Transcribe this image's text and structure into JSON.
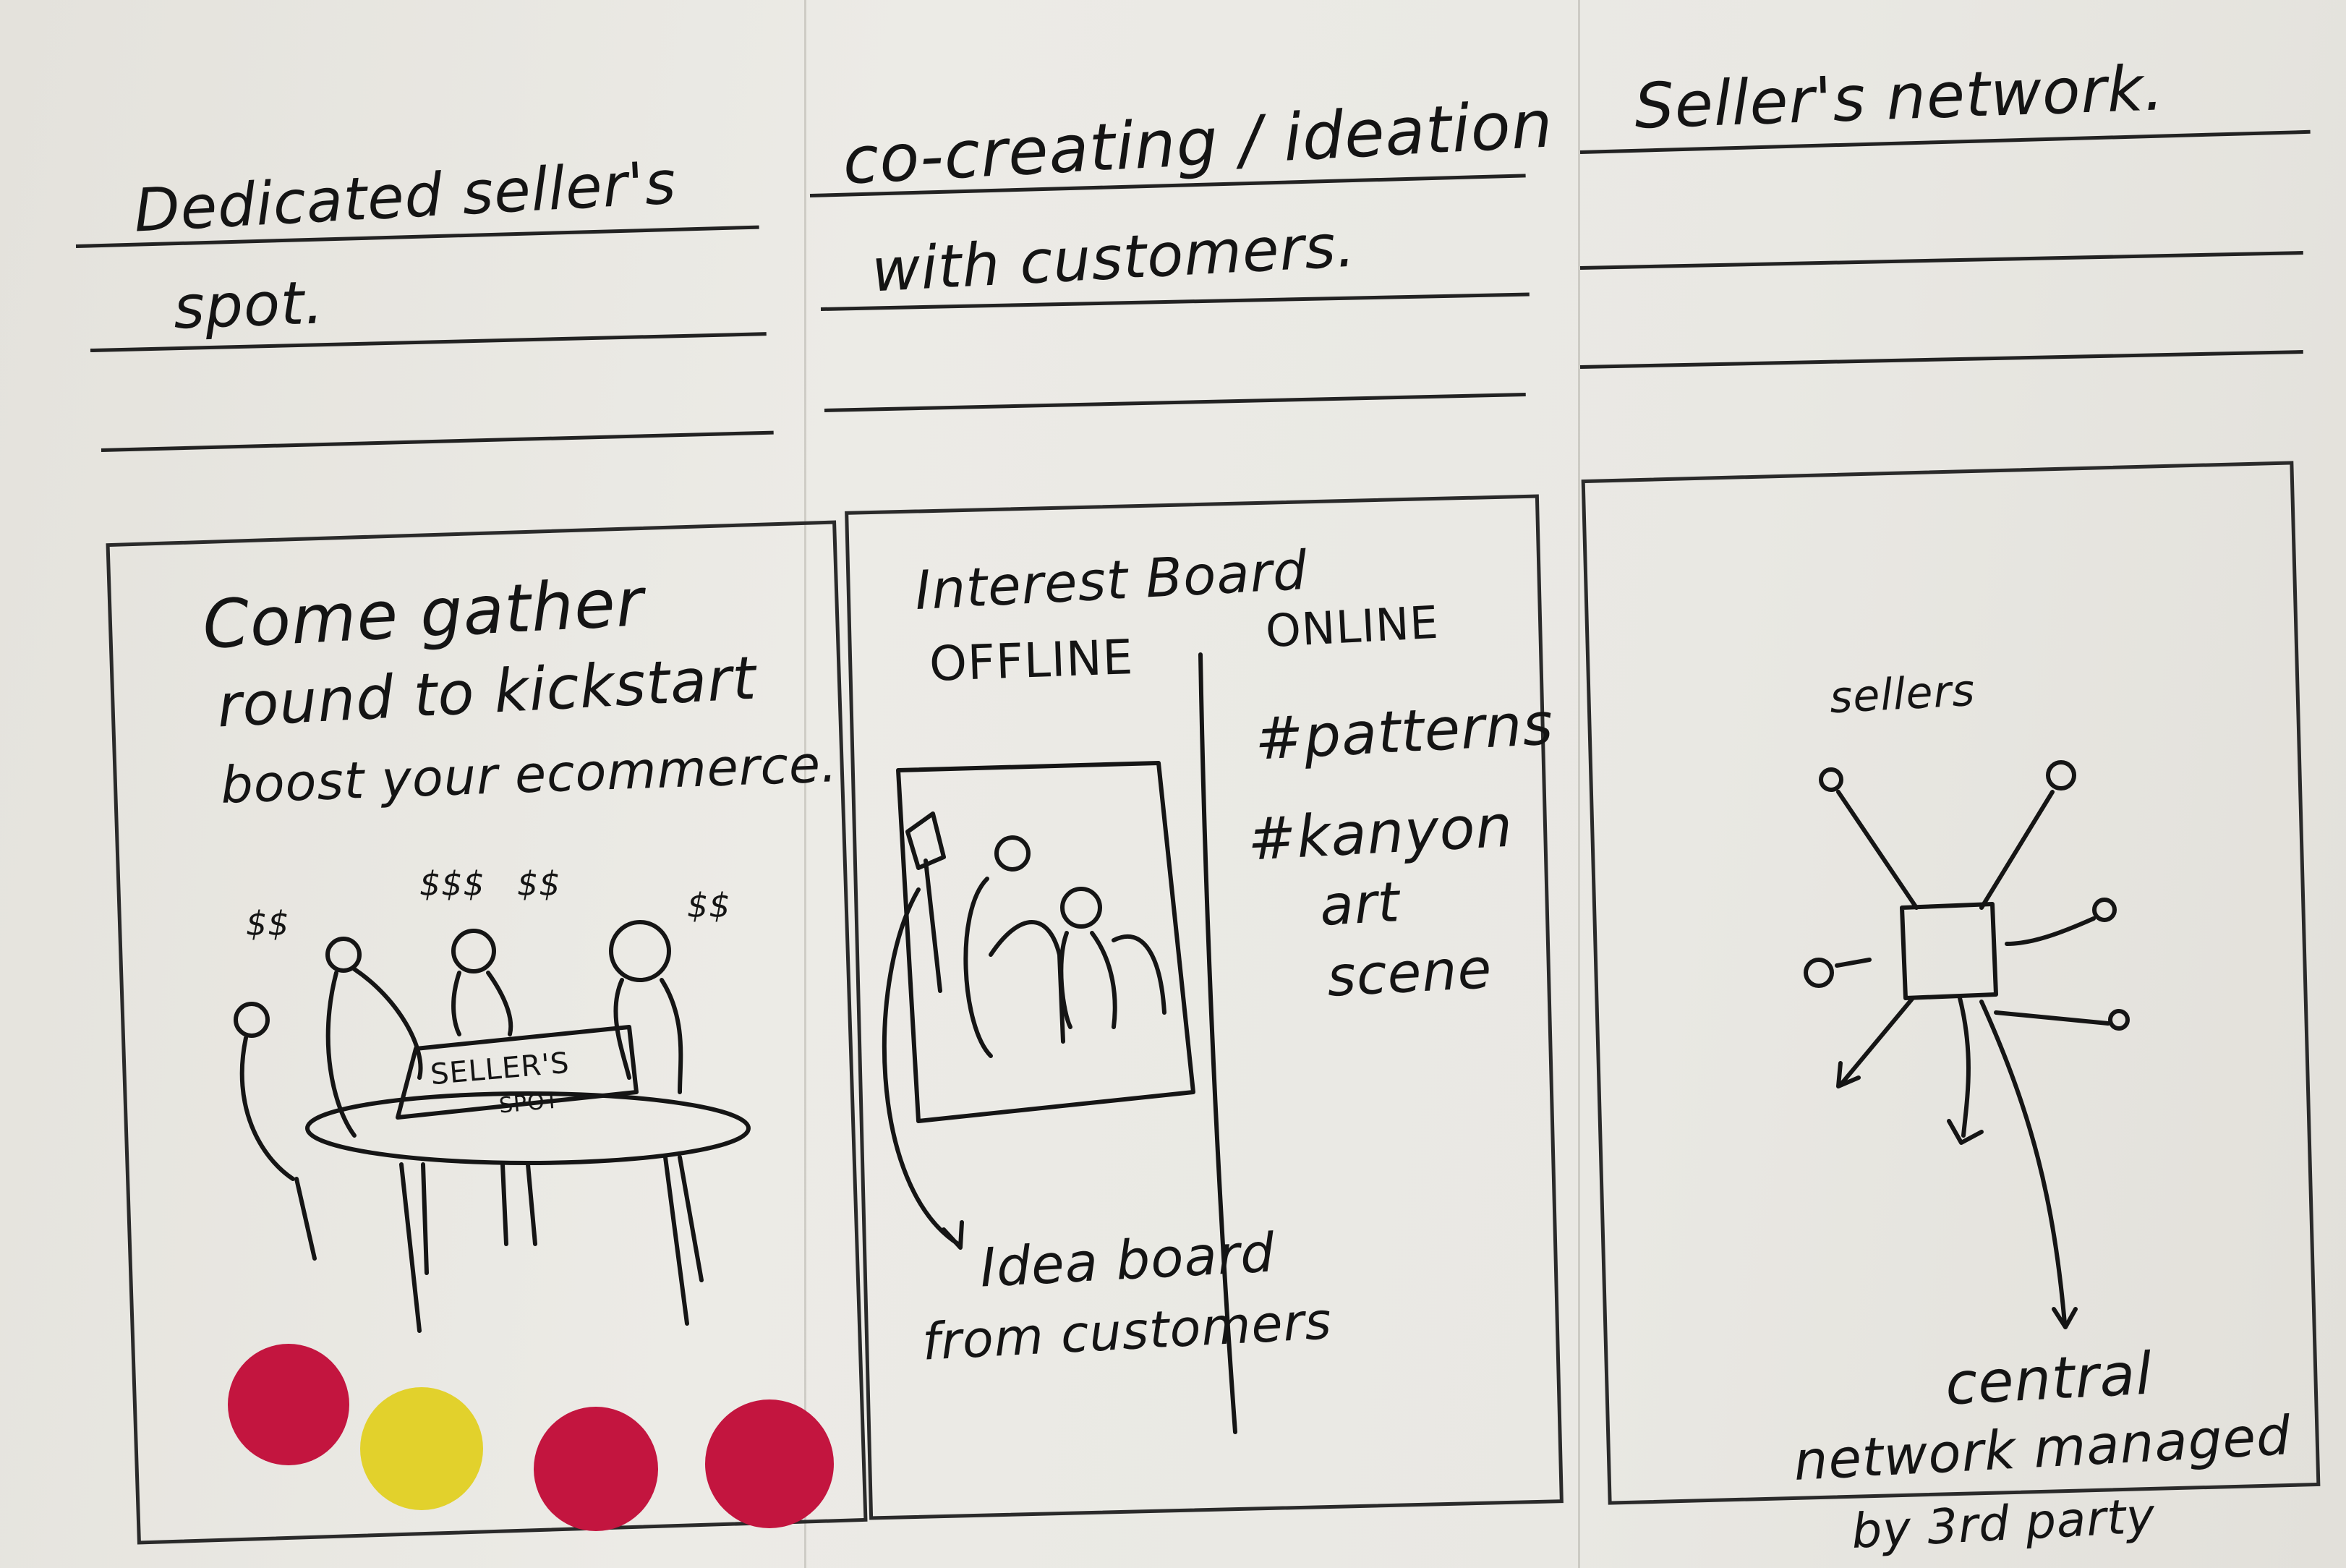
{
  "columns": [
    {
      "caption_lines": [
        "Dedicated seller's",
        "spot."
      ],
      "frame": {
        "text_lines": [
          "Come gather",
          "round to kickstart",
          "boost your ecommerce."
        ],
        "sign": [
          "SELLER'S",
          "SPOT"
        ],
        "money_marks": [
          "$$",
          "$$$",
          "$$",
          "$$"
        ]
      },
      "dots": [
        {
          "color": "#c3153f"
        },
        {
          "color": "#e2d12c"
        },
        {
          "color": "#c3153f"
        },
        {
          "color": "#c3153f"
        }
      ]
    },
    {
      "caption_lines": [
        "co-creating / ideation",
        "with customers."
      ],
      "frame": {
        "board_title": "Interest Board",
        "offline_label": "OFFLINE",
        "online_label": "ONLINE",
        "hashtags": [
          "#patterns",
          "#kanyon",
          "art",
          "scene"
        ],
        "note_lines": [
          "Idea board",
          "from customers"
        ]
      }
    },
    {
      "caption_lines": [
        "Seller's network."
      ],
      "frame": {
        "sellers_label": "sellers",
        "central_lines": [
          "central",
          "network managed",
          "by 3rd party"
        ]
      }
    }
  ],
  "colors": {
    "paper": "#eceae5",
    "ink": "#151515",
    "dot_red": "#c3153f",
    "dot_yellow": "#e2d12c"
  }
}
